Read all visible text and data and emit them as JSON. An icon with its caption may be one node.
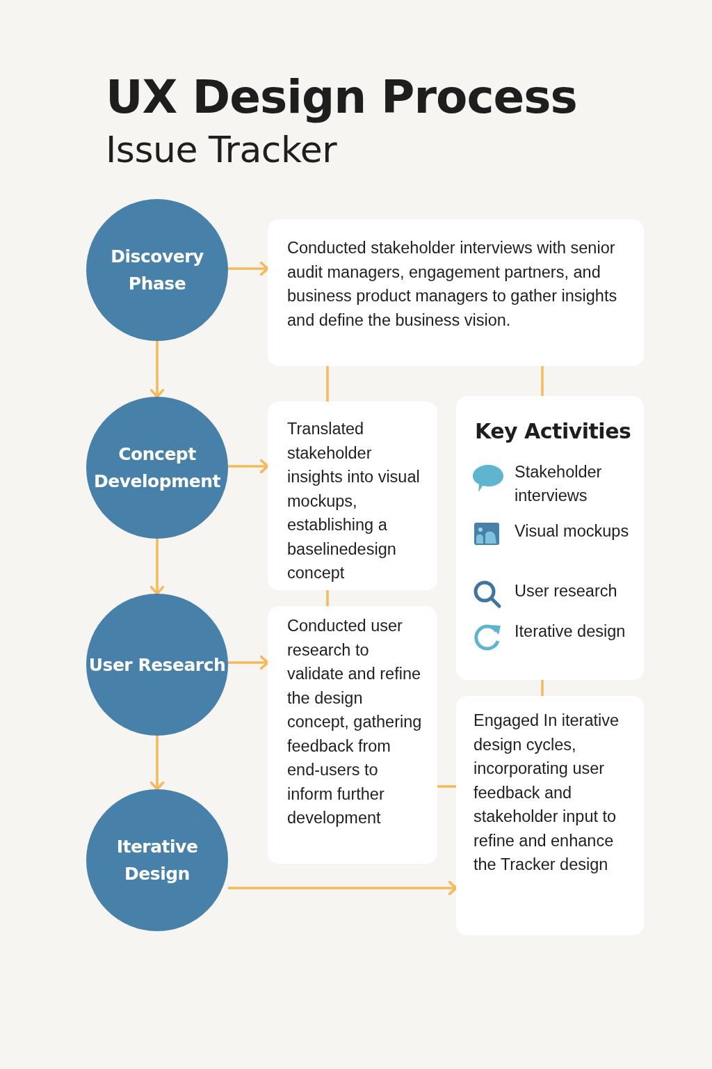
{
  "diagram": {
    "title": "UX Design Process",
    "nodes": [
      {
        "text": [
          "Discovery Phase"
        ]
      },
      {
        "text": [
          "Concept Development"
        ]
      },
      {
        "text": [
          "User Research"
        ]
      },
      {
        "text": [
          "Iterative Design"
        ]
      },
      {
        "text": [
          "Conducted stakeholder interviews with senior audit managers, engagement partners, and business product managers to gather insights and define the business vision."
        ]
      },
      {
        "text": [
          "Translated stakeholder insights into visual mockups, establishing a baselinedesign concept"
        ]
      },
      {
        "text": [
          "Key Activities",
          "Stakeholder interviews",
          "Visual mockups",
          "User research",
          "Iterative design"
        ]
      },
      {
        "text": [
          "Conducted user research to validate and refine the design concept, gathering feedback from end-users to inform further development"
        ]
      },
      {
        "text": [
          "Engaged In iterative design cycles, incorporating user feedback and stakeholder input to refine and enhance the Tracker design"
        ]
      }
    ],
    "edges": [
      {
        "from": 0,
        "to": 1,
        "arrow": "to"
      },
      {
        "from": 1,
        "to": 2,
        "arrow": "to"
      },
      {
        "from": 2,
        "to": 3,
        "arrow": "to"
      },
      {
        "from": 0,
        "to": 4,
        "arrow": "to"
      },
      {
        "from": 1,
        "to": 5,
        "arrow": "to"
      },
      {
        "from": 2,
        "to": 7,
        "arrow": "to"
      },
      {
        "from": 3,
        "to": 8,
        "arrow": "to"
      },
      {
        "from": 4,
        "to": 5,
        "arrow": "none"
      },
      {
        "from": 4,
        "to": 6,
        "arrow": "none"
      },
      {
        "from": 5,
        "to": 7,
        "arrow": "none"
      },
      {
        "from": 6,
        "to": 8,
        "arrow": "none"
      },
      {
        "from": 7,
        "to": 8,
        "arrow": "none"
      }
    ],
    "labels": [
      "Issue Tracker"
    ]
  }
}
